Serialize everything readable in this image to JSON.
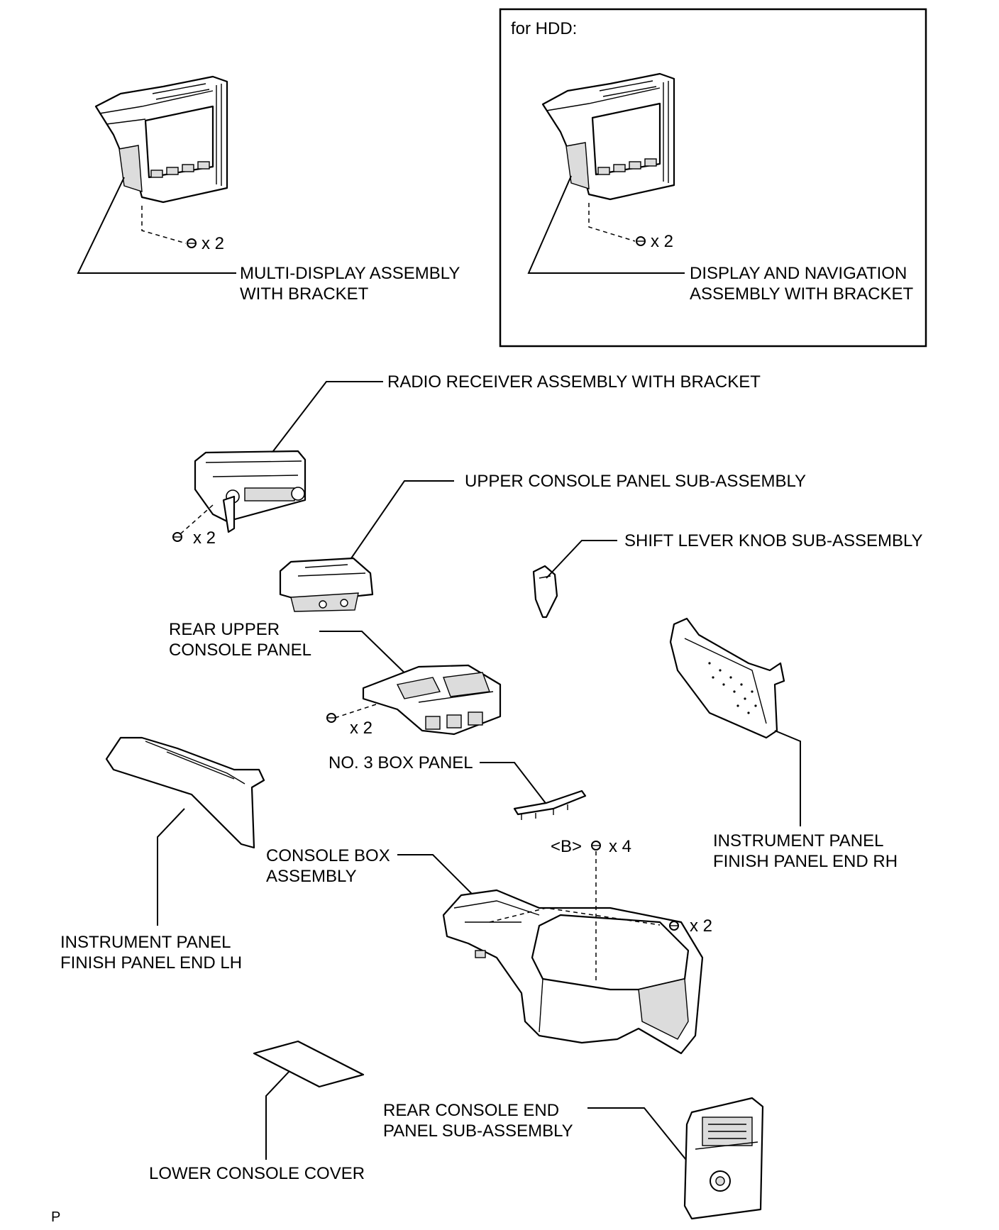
{
  "hdd_box": {
    "title": "for HDD:"
  },
  "parts": {
    "multi_display": {
      "line1": "MULTI-DISPLAY ASSEMBLY",
      "line2": "WITH BRACKET",
      "qty": "x 2"
    },
    "display_nav": {
      "line1": "DISPLAY AND NAVIGATION",
      "line2": "ASSEMBLY WITH BRACKET",
      "qty": "x 2"
    },
    "radio_receiver": {
      "line1": "RADIO RECEIVER ASSEMBLY WITH BRACKET",
      "qty": "x 2"
    },
    "upper_console": {
      "line1": "UPPER CONSOLE PANEL SUB-ASSEMBLY"
    },
    "shift_knob": {
      "line1": "SHIFT LEVER KNOB SUB-ASSEMBLY"
    },
    "rear_upper_console": {
      "line1": "REAR UPPER",
      "line2": "CONSOLE PANEL",
      "qty": "x 2"
    },
    "inst_panel_rh": {
      "line1": "INSTRUMENT PANEL",
      "line2": "FINISH PANEL END RH"
    },
    "no3_box": {
      "line1": "NO. 3 BOX PANEL"
    },
    "console_box": {
      "line1": "CONSOLE BOX",
      "line2": "ASSEMBLY",
      "qty_b": "<B>",
      "qty_b_count": "x 4",
      "qty": "x 2"
    },
    "inst_panel_lh": {
      "line1": "INSTRUMENT PANEL",
      "line2": "FINISH PANEL END LH"
    },
    "rear_console_end": {
      "line1": "REAR CONSOLE END",
      "line2": "PANEL SUB-ASSEMBLY"
    },
    "lower_console_cover": {
      "line1": "LOWER CONSOLE COVER"
    }
  },
  "footer": {
    "mark": "P"
  }
}
